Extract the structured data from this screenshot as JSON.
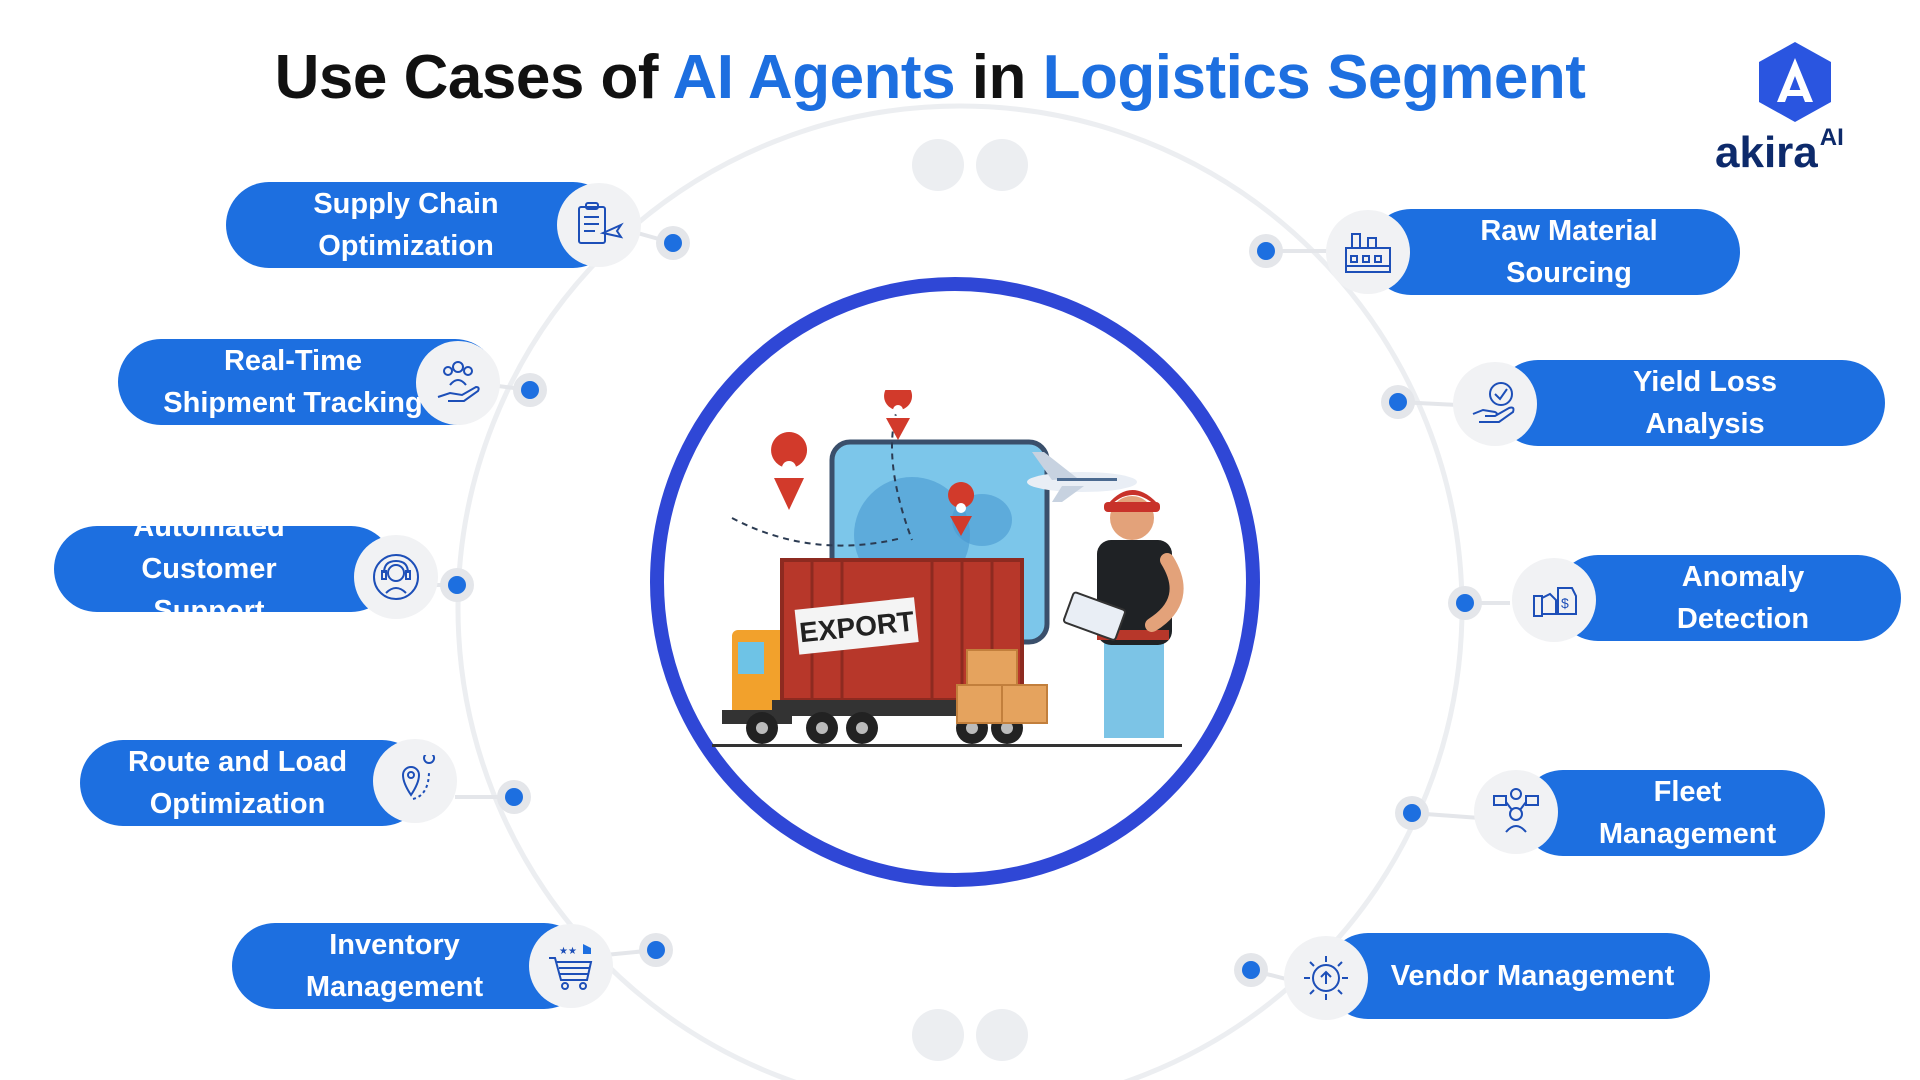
{
  "title": {
    "part1": "Use Cases of ",
    "part2": "AI Agents",
    "part3": " in ",
    "part4": "Logistics Segment"
  },
  "logo": {
    "text": "akira",
    "superscript": "AI"
  },
  "illustration": {
    "container_label": "EXPORT"
  },
  "use_cases_left": [
    {
      "label": "Supply Chain\nOptimization",
      "icon": "clipboard-plane-icon"
    },
    {
      "label": "Real-Time\nShipment Tracking",
      "icon": "people-hand-icon"
    },
    {
      "label": "Automated\nCustomer Support",
      "icon": "headset-agent-icon"
    },
    {
      "label": "Route and Load\nOptimization",
      "icon": "route-pin-icon"
    },
    {
      "label": "Inventory\nManagement",
      "icon": "shopping-cart-icon"
    }
  ],
  "use_cases_right": [
    {
      "label": "Raw Material\nSourcing",
      "icon": "factory-icon"
    },
    {
      "label": "Yield Loss\nAnalysis",
      "icon": "hand-check-icon"
    },
    {
      "label": "Anomaly\nDetection",
      "icon": "hand-money-tag-icon"
    },
    {
      "label": "Fleet\nManagement",
      "icon": "fleet-network-icon"
    },
    {
      "label": "Vendor Management",
      "icon": "gear-upload-icon"
    }
  ],
  "colors": {
    "accent": "#1d6fe0",
    "ring": "#2f47d6",
    "title": "#111111",
    "logo": "#0d2a6b"
  }
}
